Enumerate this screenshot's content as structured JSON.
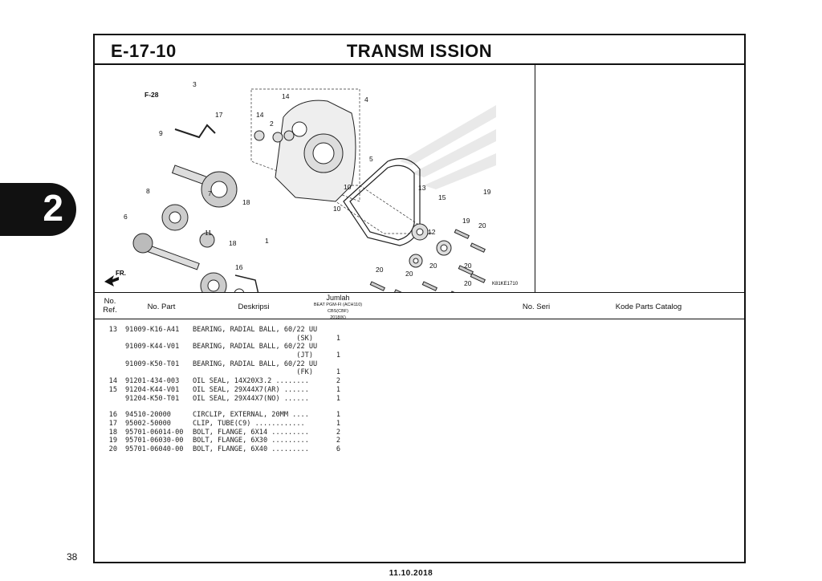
{
  "header": {
    "code": "E-17-10",
    "title": "TRANSM ISSION"
  },
  "side_tab": "2",
  "page_number": "38",
  "date": "11.10.2018",
  "diagram": {
    "ref_labels": [
      "F-28",
      "3",
      "14",
      "4",
      "14",
      "2",
      "17",
      "9",
      "5",
      "8",
      "7",
      "18",
      "10",
      "10",
      "13",
      "15",
      "19",
      "6",
      "19",
      "20",
      "11",
      "12",
      "18",
      "1",
      "16",
      "20",
      "20",
      "20",
      "20",
      "20"
    ],
    "front_label": "FR.",
    "figure_code": "K81KE1710"
  },
  "table_header": {
    "no_ref_1": "No.",
    "no_ref_2": "Ref.",
    "part_no": "No. Part",
    "description": "Deskripsi",
    "qty_title": "Jumlah",
    "qty_line1": "BEAT PGM-FI (ACH110)",
    "qty_line2": "CBS(CBF)",
    "qty_line3": "2018(K)",
    "serial_no": "No. Seri",
    "catalog_code": "Kode Parts Catalog"
  },
  "parts": [
    {
      "ref": "13",
      "part": "91009-K16-A41",
      "desc": "BEARING, RADIAL BALL, 60/22 UU",
      "sub": "(SK)",
      "qty": "1"
    },
    {
      "ref": "",
      "part": "91009-K44-V01",
      "desc": "BEARING, RADIAL BALL, 60/22 UU",
      "sub": "(JT)",
      "qty": "1"
    },
    {
      "ref": "",
      "part": "91009-K50-T01",
      "desc": "BEARING, RADIAL BALL, 60/22 UU",
      "sub": "(FK)",
      "qty": "1"
    },
    {
      "ref": "14",
      "part": "91201-434-003",
      "desc": "OIL SEAL, 14X20X3.2 ........",
      "sub": "",
      "qty": "2"
    },
    {
      "ref": "15",
      "part": "91204-K44-V01",
      "desc": "OIL SEAL, 29X44X7(AR) ......",
      "sub": "",
      "qty": "1"
    },
    {
      "ref": "",
      "part": "91204-K50-T01",
      "desc": "OIL SEAL, 29X44X7(NO) ......",
      "sub": "",
      "qty": "1"
    },
    {
      "ref": "16",
      "part": "94510-20000",
      "desc": "CIRCLIP, EXTERNAL, 20MM ....",
      "sub": "",
      "qty": "1"
    },
    {
      "ref": "17",
      "part": "95002-50000",
      "desc": "CLIP, TUBE(C9) ............",
      "sub": "",
      "qty": "1"
    },
    {
      "ref": "18",
      "part": "95701-06014-00",
      "desc": "BOLT, FLANGE, 6X14 .........",
      "sub": "",
      "qty": "2"
    },
    {
      "ref": "19",
      "part": "95701-06030-00",
      "desc": "BOLT, FLANGE, 6X30 .........",
      "sub": "",
      "qty": "2"
    },
    {
      "ref": "20",
      "part": "95701-06040-00",
      "desc": "BOLT, FLANGE, 6X40 .........",
      "sub": "",
      "qty": "6"
    }
  ]
}
